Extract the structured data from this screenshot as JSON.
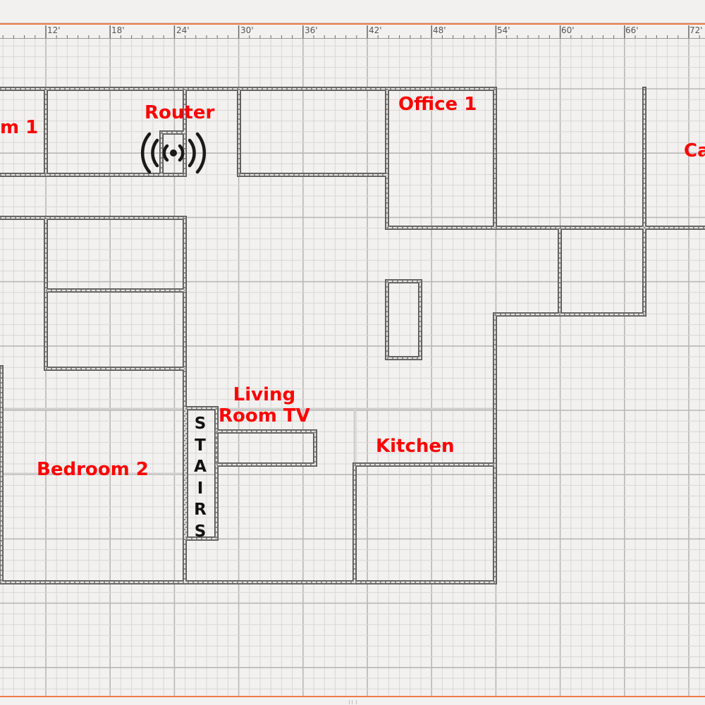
{
  "ruler": {
    "labels": [
      "12'",
      "18'",
      "24'",
      "30'",
      "36'",
      "42'",
      "48'",
      "54'",
      "60'",
      "66'",
      "72'"
    ]
  },
  "colors": {
    "accent": "#f07a48",
    "label": "#ff0000",
    "wall": "#555555",
    "grid_minor": "#d8d7d5",
    "grid_major": "#b8b7b5"
  },
  "rooms": {
    "room1_partial": "m 1",
    "router": "Router",
    "office1": "Office 1",
    "right_partial": "Ca",
    "living_room_tv": "Living\nRoom TV",
    "kitchen": "Kitchen",
    "bedroom2": "Bedroom 2"
  },
  "stairs": {
    "label": "S\nT\nA\nI\nR\nS"
  },
  "icons": {
    "router": "wifi-router-icon"
  }
}
